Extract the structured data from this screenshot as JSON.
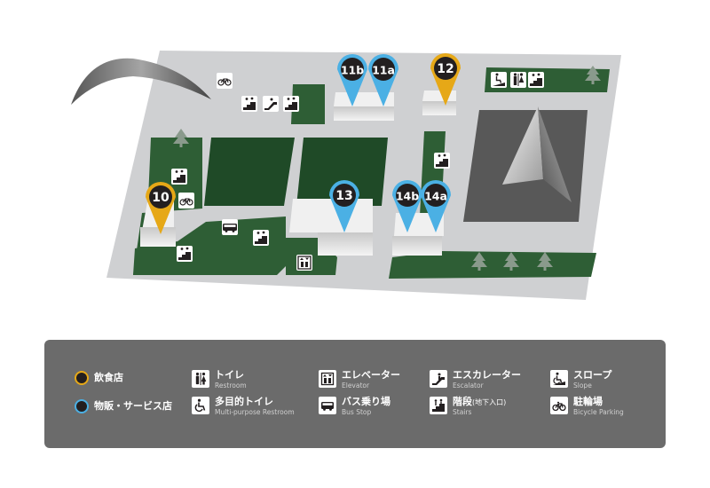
{
  "colors": {
    "paving": "#cfd0d2",
    "grass": "#2e5e35",
    "building": "#e5e5e5",
    "pin_food": "#e6a817",
    "pin_shop": "#4bb0e4",
    "pin_core": "#231f20",
    "legend_bg": "#6b6b6b"
  },
  "pins": [
    {
      "id": "10",
      "category": "food"
    },
    {
      "id": "11b",
      "category": "shop"
    },
    {
      "id": "11a",
      "category": "shop"
    },
    {
      "id": "12",
      "category": "food"
    },
    {
      "id": "13",
      "category": "shop"
    },
    {
      "id": "14b",
      "category": "shop"
    },
    {
      "id": "14a",
      "category": "shop"
    }
  ],
  "map_icons": [
    "bicycle-icon",
    "stairs-icon",
    "escalator-icon",
    "stairs-icon",
    "slope-icon",
    "restroom-icon",
    "stairs-icon",
    "stairs-icon",
    "stairs-icon",
    "bicycle-icon",
    "bus-icon",
    "stairs-icon",
    "stairs-icon",
    "elevator-icon",
    "tree-icon",
    "tree-icon"
  ],
  "legend": {
    "categories": [
      {
        "label": "飲食店",
        "color": "#e6a817"
      },
      {
        "label": "物販・サービス店",
        "color": "#4bb0e4"
      }
    ],
    "items": [
      {
        "icon": "restroom-icon",
        "ja": "トイレ",
        "en": "Restroom"
      },
      {
        "icon": "multipurpose-restroom-icon",
        "ja": "多目的トイレ",
        "en": "Multi-purpose Restroom"
      },
      {
        "icon": "elevator-icon",
        "ja": "エレベーター",
        "en": "Elevator"
      },
      {
        "icon": "bus-icon",
        "ja": "バス乗り場",
        "en": "Bus Stop"
      },
      {
        "icon": "escalator-icon",
        "ja": "エスカレーター",
        "en": "Escalator"
      },
      {
        "icon": "stairs-icon",
        "ja": "階段",
        "ja_note": "(地下入口)",
        "en": "Stairs"
      },
      {
        "icon": "slope-icon",
        "ja": "スロープ",
        "en": "Slope"
      },
      {
        "icon": "bicycle-icon",
        "ja": "駐輪場",
        "en": "Bicycle Parking"
      }
    ]
  }
}
